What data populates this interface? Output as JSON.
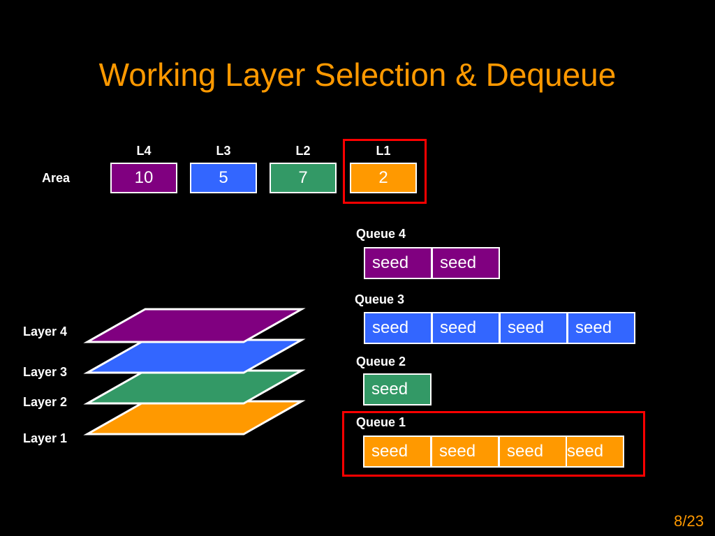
{
  "title": "Working Layer Selection & Dequeue",
  "area": {
    "row_label": "Area",
    "columns": [
      {
        "label": "L4",
        "value": "10",
        "color": "#800080"
      },
      {
        "label": "L3",
        "value": "5",
        "color": "#3366ff"
      },
      {
        "label": "L2",
        "value": "7",
        "color": "#339966"
      },
      {
        "label": "L1",
        "value": "2",
        "color": "#ff9900"
      }
    ],
    "highlighted": "L1"
  },
  "layers": [
    {
      "label": "Layer 4",
      "color": "#800080"
    },
    {
      "label": "Layer 3",
      "color": "#3366ff"
    },
    {
      "label": "Layer 2",
      "color": "#339966"
    },
    {
      "label": "Layer 1",
      "color": "#ff9900"
    }
  ],
  "queues": [
    {
      "label": "Queue 4",
      "color": "#800080",
      "seeds": [
        "seed",
        "seed"
      ]
    },
    {
      "label": "Queue 3",
      "color": "#3366ff",
      "seeds": [
        "seed",
        "seed",
        "seed",
        "seed"
      ]
    },
    {
      "label": "Queue 2",
      "color": "#339966",
      "seeds": [
        "seed"
      ]
    },
    {
      "label": "Queue 1",
      "color": "#ff9900",
      "seeds": [
        "seed",
        "seed",
        "seed",
        "seed"
      ],
      "highlighted": true
    }
  ],
  "page_number": "8/23"
}
